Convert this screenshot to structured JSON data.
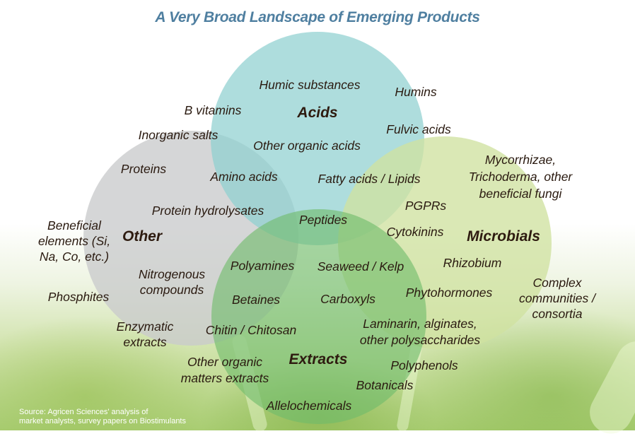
{
  "title": "A Very Broad Landscape of Emerging Products",
  "colors": {
    "title": "#4f7fa0",
    "acids": "#8fd0d0",
    "other": "#c9cacc",
    "microbials": "#cfe1a0",
    "extracts": "#6fbc6a",
    "text": "#2a1a10"
  },
  "categories": {
    "acids": "Acids",
    "other": "Other",
    "microbials": "Microbials",
    "extracts": "Extracts"
  },
  "items": {
    "humic_substances": "Humic substances",
    "humins": "Humins",
    "b_vitamins": "B vitamins",
    "inorganic_salts": "Inorganic salts",
    "fulvic_acids": "Fulvic acids",
    "other_organic_acids": "Other organic acids",
    "proteins": "Proteins",
    "amino_acids": "Amino acids",
    "fatty_acids_lipids": "Fatty acids / Lipids",
    "mycorrhizae": [
      "Mycorrhizae,",
      "Trichoderma, other",
      "beneficial fungi"
    ],
    "pgprs": "PGPRs",
    "protein_hydrolysates": "Protein hydrolysates",
    "peptides": "Peptides",
    "cytokinins": "Cytokinins",
    "beneficial_elements": [
      "Beneficial",
      "elements (Si,",
      "Na, Co, etc.)"
    ],
    "polyamines": "Polyamines",
    "seaweed_kelp": "Seaweed / Kelp",
    "rhizobium": "Rhizobium",
    "nitrogenous_compounds": [
      "Nitrogenous",
      "compounds"
    ],
    "complex_communities": [
      "Complex",
      "communities /",
      "consortia"
    ],
    "phosphites": "Phosphites",
    "betaines": "Betaines",
    "carboxyls": "Carboxyls",
    "phytohormones": "Phytohormones",
    "enzymatic_extracts": [
      "Enzymatic",
      "extracts"
    ],
    "chitin_chitosan": "Chitin / Chitosan",
    "laminarin": [
      "Laminarin, alginates,",
      "other polysaccharides"
    ],
    "other_organic_matters": [
      "Other organic",
      "matters extracts"
    ],
    "polyphenols": "Polyphenols",
    "botanicals": "Botanicals",
    "allelochemicals": "Allelochemicals"
  },
  "source": [
    "Source: Agricen Sciences' analysis of",
    "market analysts, survey papers on Biostimulants"
  ]
}
